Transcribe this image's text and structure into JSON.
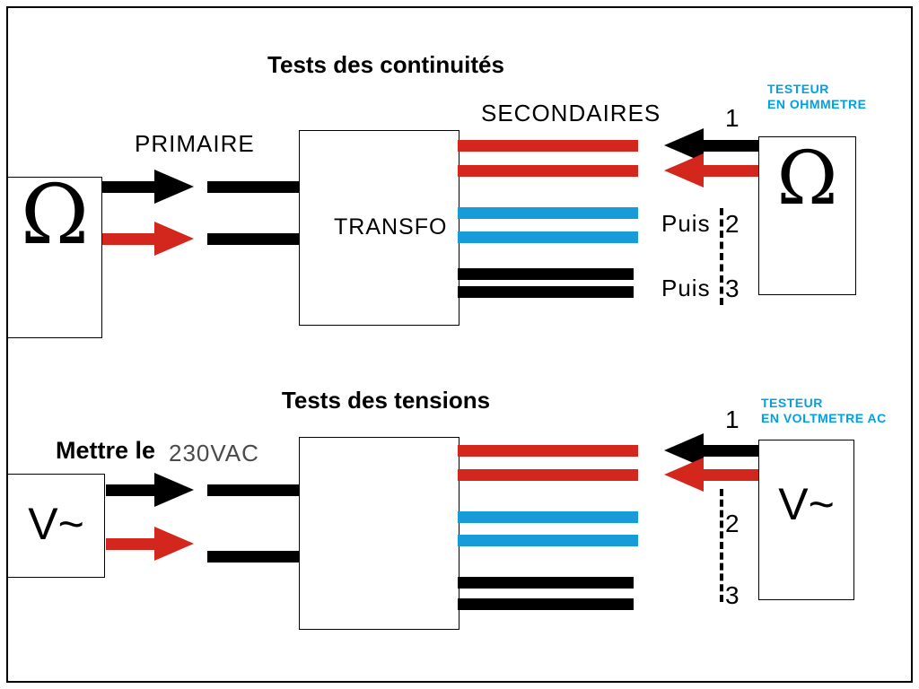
{
  "colors": {
    "accent_red": "#d3261c",
    "accent_blue": "#189cd9",
    "tester_blue": "#00a0e3",
    "muted_text": "#4a4a4a"
  },
  "continuity": {
    "title": "Tests des continuités",
    "primaire_label": "PRIMAIRE",
    "secondaires_label": "SECONDAIRES",
    "transfo_label": "TRANSFO",
    "tester_line1": "TESTEUR",
    "tester_line2": "EN OHMMETRE",
    "left_meter_symbol": "Ω",
    "right_meter_symbol": "Ω",
    "step1": "1",
    "puis2_label": "Puis",
    "step2": "2",
    "puis3_label": "Puis",
    "step3": "3"
  },
  "tension": {
    "title": "Tests des tensions",
    "mettre_label": "Mettre le",
    "voltage_label": "230VAC",
    "tester_line1": "TESTEUR",
    "tester_line2": "EN VOLTMETRE AC",
    "left_meter_symbol": "V~",
    "right_meter_symbol": "V~",
    "step1": "1",
    "step2": "2",
    "step3": "3"
  }
}
